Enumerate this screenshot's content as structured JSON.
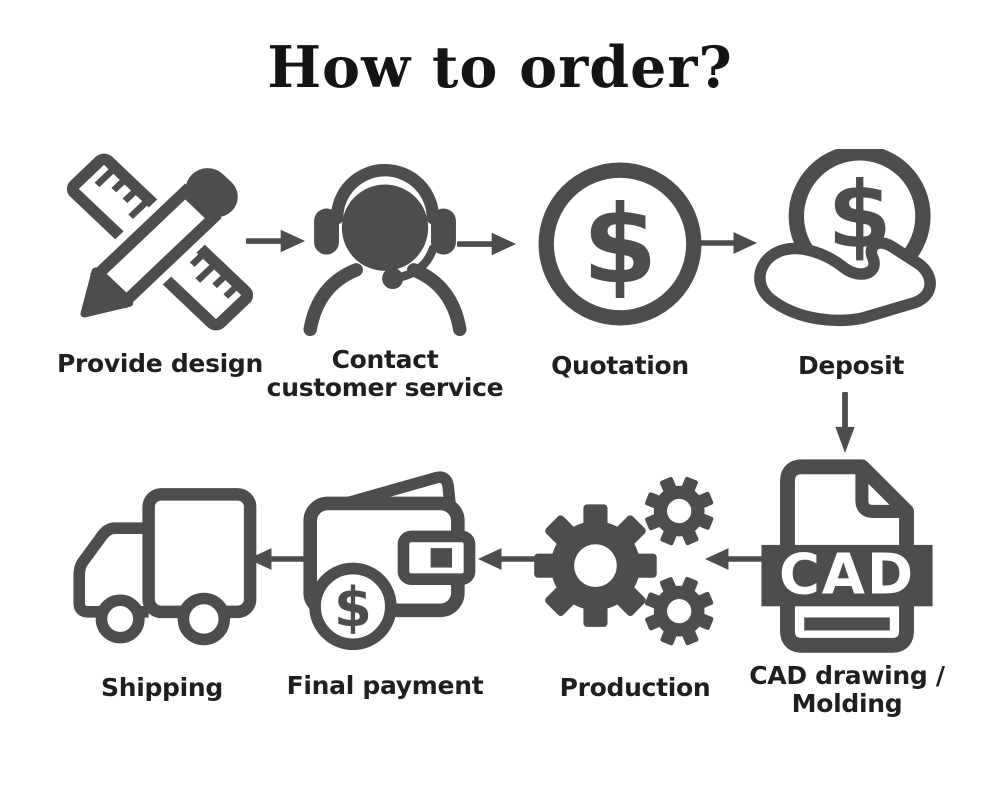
{
  "title": "How to order?",
  "colors": {
    "icon_color": "#4d4d4d",
    "label_color": "#1f1f1f",
    "title_color": "#141414",
    "bg_color": "#ffffff"
  },
  "steps": [
    {
      "label": "Provide design",
      "lines": [
        "Provide design"
      ],
      "icon": "ruler-pencil"
    },
    {
      "label": "Contact customer service",
      "lines": [
        "Contact",
        "customer service"
      ],
      "icon": "customer-service-headset"
    },
    {
      "label": "Quotation",
      "lines": [
        "Quotation"
      ],
      "icon": "dollar-circle",
      "symbol": "$"
    },
    {
      "label": "Deposit",
      "lines": [
        "Deposit"
      ],
      "icon": "hand-holding-coin",
      "symbol": "$"
    },
    {
      "label": "CAD drawing / Molding",
      "lines": [
        "CAD drawing /",
        "Molding"
      ],
      "icon": "cad-file",
      "badge": "CAD"
    },
    {
      "label": "Production",
      "lines": [
        "Production"
      ],
      "icon": "gears"
    },
    {
      "label": "Final payment",
      "lines": [
        "Final payment"
      ],
      "icon": "wallet-dollar",
      "symbol": "$"
    },
    {
      "label": "Shipping",
      "lines": [
        "Shipping"
      ],
      "icon": "delivery-truck"
    }
  ]
}
